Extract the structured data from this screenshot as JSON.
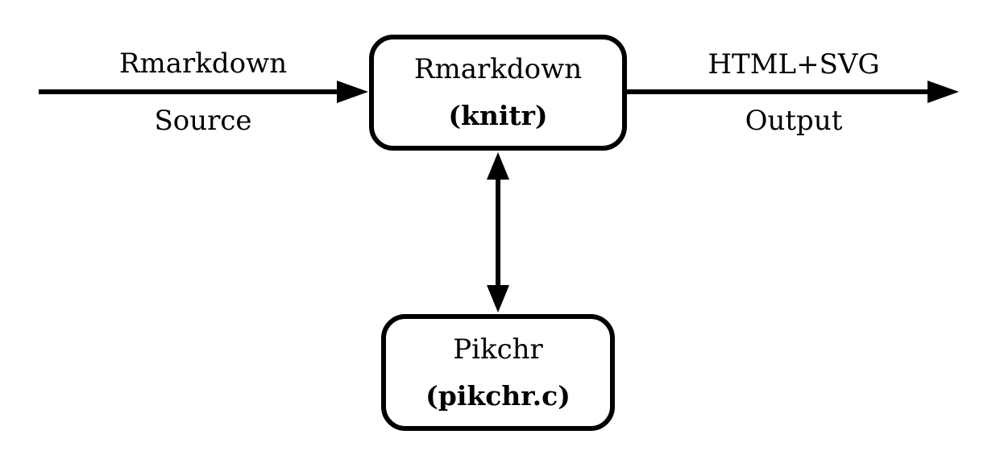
{
  "diagram": {
    "type": "flowchart",
    "colors": {
      "background": "#ffffff",
      "stroke": "#000000",
      "node_fill": "#ffffff",
      "text": "#000000"
    },
    "nodes": [
      {
        "id": "knitr",
        "shape": "rounded-rect",
        "line1": "Rmarkdown",
        "line2": "(knitr)"
      },
      {
        "id": "pikchr",
        "shape": "rounded-rect",
        "line1": "Pikchr",
        "line2": "(pikchr.c)"
      }
    ],
    "edges": [
      {
        "id": "source-input",
        "arrow": "right",
        "to": "knitr",
        "label_line1": "Rmarkdown",
        "label_line2": "Source"
      },
      {
        "id": "html-output",
        "arrow": "right",
        "from": "knitr",
        "label_line1": "HTML+SVG",
        "label_line2": "Output"
      },
      {
        "id": "knitr-pikchr",
        "arrow": "both",
        "from": "knitr",
        "to": "pikchr"
      }
    ]
  }
}
